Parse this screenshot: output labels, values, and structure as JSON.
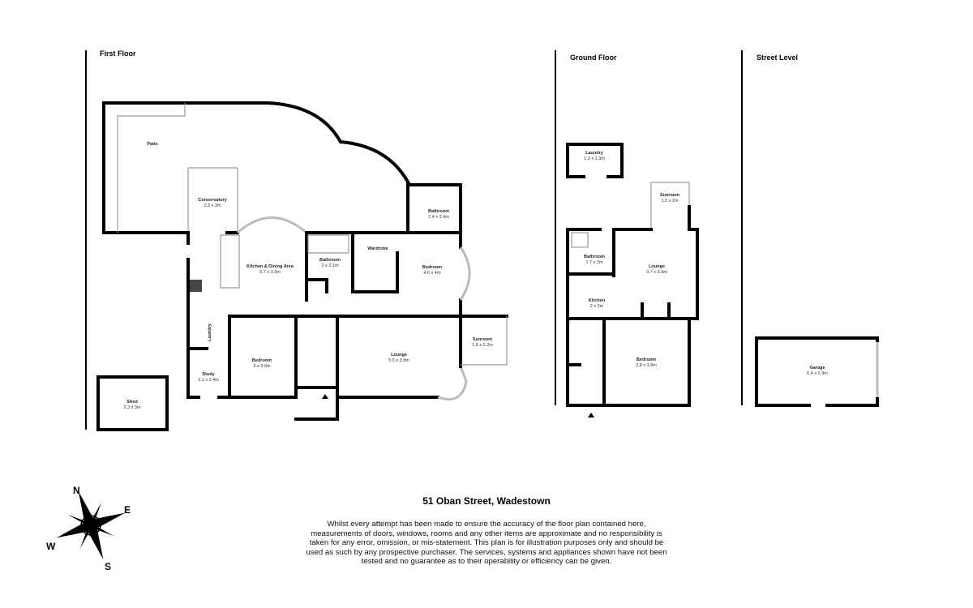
{
  "sections": {
    "first_floor": "First Floor",
    "ground_floor": "Ground Floor",
    "street_level": "Street Level"
  },
  "first_floor_rooms": {
    "patio": {
      "name": "Patio"
    },
    "conservatory": {
      "name": "Conservatory",
      "size": "2.3 x 3m"
    },
    "kitchen": {
      "name": "Kitchen & Dining Area",
      "size": "5.7 x 3.9m"
    },
    "bathroom1": {
      "name": "Bathroom",
      "size": "2 x 2.1m"
    },
    "wardrobe": {
      "name": "Wardrobe"
    },
    "bathroom2": {
      "name": "Bathroom",
      "size": "2.4 x 2.4m"
    },
    "bedroom1": {
      "name": "Bedroom",
      "size": "4.6 x 4m"
    },
    "laundry": {
      "name": "Laundry"
    },
    "study": {
      "name": "Study",
      "size": "2.1 x 2.4m"
    },
    "bedroom2": {
      "name": "Bedroom",
      "size": "3 x 3.9m"
    },
    "lounge": {
      "name": "Lounge",
      "size": "5.5 x 3.9m"
    },
    "sunroom": {
      "name": "Sunroom",
      "size": "1.8 x 2.2m"
    },
    "shed": {
      "name": "Shed",
      "size": "2.3 x 3m"
    }
  },
  "ground_floor_rooms": {
    "laundry": {
      "name": "Laundry",
      "size": "1.3 x 2.3m"
    },
    "sunroom": {
      "name": "Sunroom",
      "size": "1.5 x 2m"
    },
    "bathroom": {
      "name": "Bathroom",
      "size": "1.7 x 2m"
    },
    "lounge": {
      "name": "Lounge",
      "size": "3.7 x 3.9m"
    },
    "kitchen": {
      "name": "Kitchen",
      "size": "2 x 2m"
    },
    "bedroom": {
      "name": "Bedroom",
      "size": "3.8 x 3.8m"
    }
  },
  "street_level_rooms": {
    "garage": {
      "name": "Garage",
      "size": "5.4 x 2.9m"
    }
  },
  "compass": {
    "n": "N",
    "e": "E",
    "s": "S",
    "w": "W"
  },
  "address": "51 Oban Street, Wadestown",
  "disclaimer": [
    "Whilst every attempt has been made to ensure the accuracy of the floor plan contained here,",
    "measurements of doors, windows, rooms and any other items are approximate and no responsibility is",
    "taken for any error, omission, or mis-statement. This plan is for illustration purposes only and should be",
    "used as such by any prospective purchaser. The services, systems and appliances shown have not been",
    "tested and no guarantee as to their operability or efficiency can be given."
  ]
}
